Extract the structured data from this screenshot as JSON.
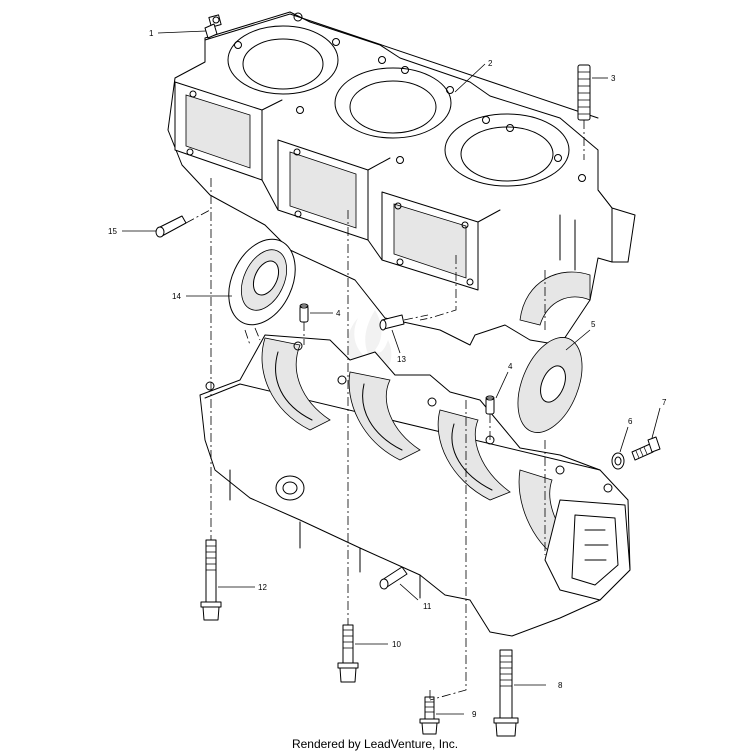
{
  "callouts": {
    "c1": "1",
    "c2": "2",
    "c3": "3",
    "c4a": "4",
    "c4b": "4",
    "c5": "5",
    "c6": "6",
    "c7": "7",
    "c8": "8",
    "c9": "9",
    "c10": "10",
    "c11": "11",
    "c12": "12",
    "c13": "13",
    "c14": "14",
    "c15": "15"
  },
  "footer": "Rendered by LeadVenture, Inc.",
  "colors": {
    "ink": "#000000",
    "background": "#ffffff",
    "watermark": "#f0f0f0"
  }
}
